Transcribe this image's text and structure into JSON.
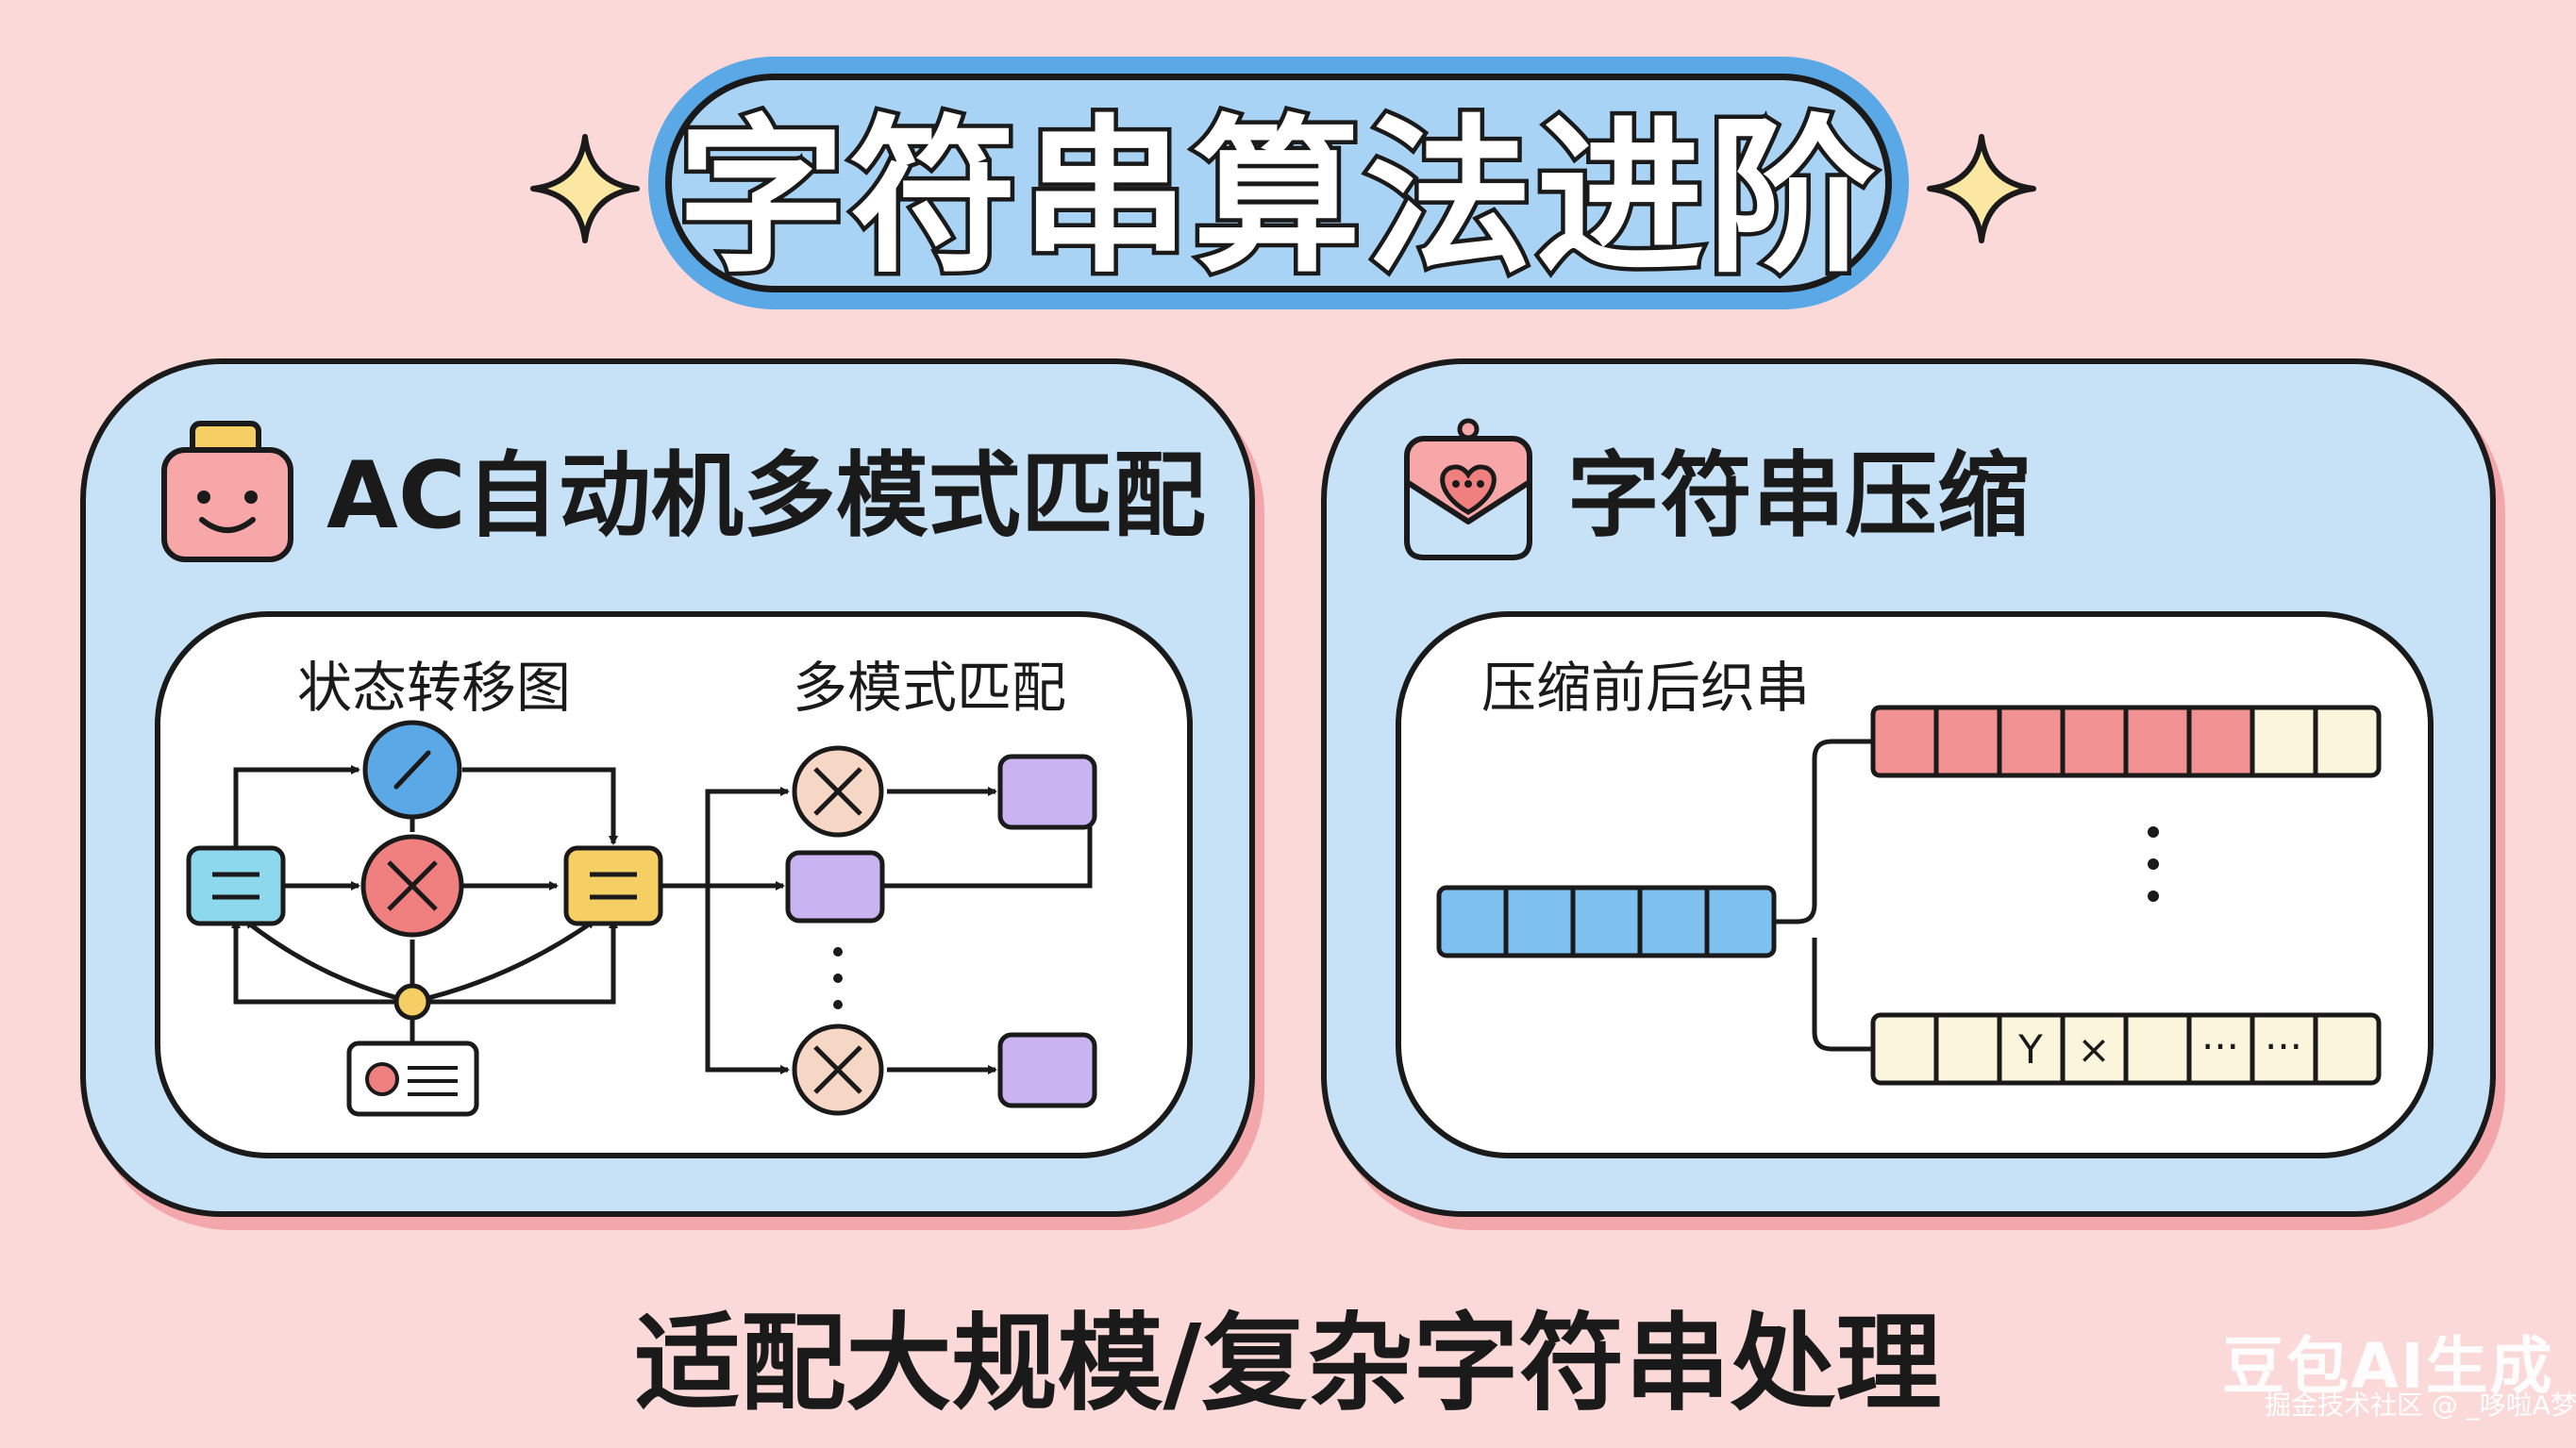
{
  "title": "字符串算法进阶",
  "left_panel": {
    "heading": "AC自动机多模式匹配",
    "icon": "smiley-robot-icon",
    "state_diagram_label": "状态转移图",
    "multi_match_label": "多模式匹配"
  },
  "right_panel": {
    "heading": "字符串压缩",
    "icon": "heart-envelope-icon",
    "compress_label": "压缩前后织串",
    "bottom_row_cells": [
      "",
      "",
      "Y",
      "×",
      "",
      "···",
      "···",
      ""
    ]
  },
  "footer": "适配大规模/复杂字符串处理",
  "watermark": {
    "main": "豆包AI生成",
    "sub": "掘金技术社区 @ _哆啦A梦"
  },
  "colors": {
    "background": "#fbd9d9",
    "panel": "#c7e2f7",
    "title_fill": "#a9d3f5",
    "title_glow": "#5aa9e6",
    "shadow": "#f3a7ab",
    "node_blue": "#5aa9e6",
    "node_cyan": "#8ed8ee",
    "node_red": "#f08080",
    "node_yellow": "#f5cf63",
    "node_peach": "#f6d6c4",
    "node_purple": "#c9b3f0",
    "cell_blue": "#7ec0ef",
    "cell_red": "#f29192",
    "cell_cream": "#fbf5dc"
  }
}
